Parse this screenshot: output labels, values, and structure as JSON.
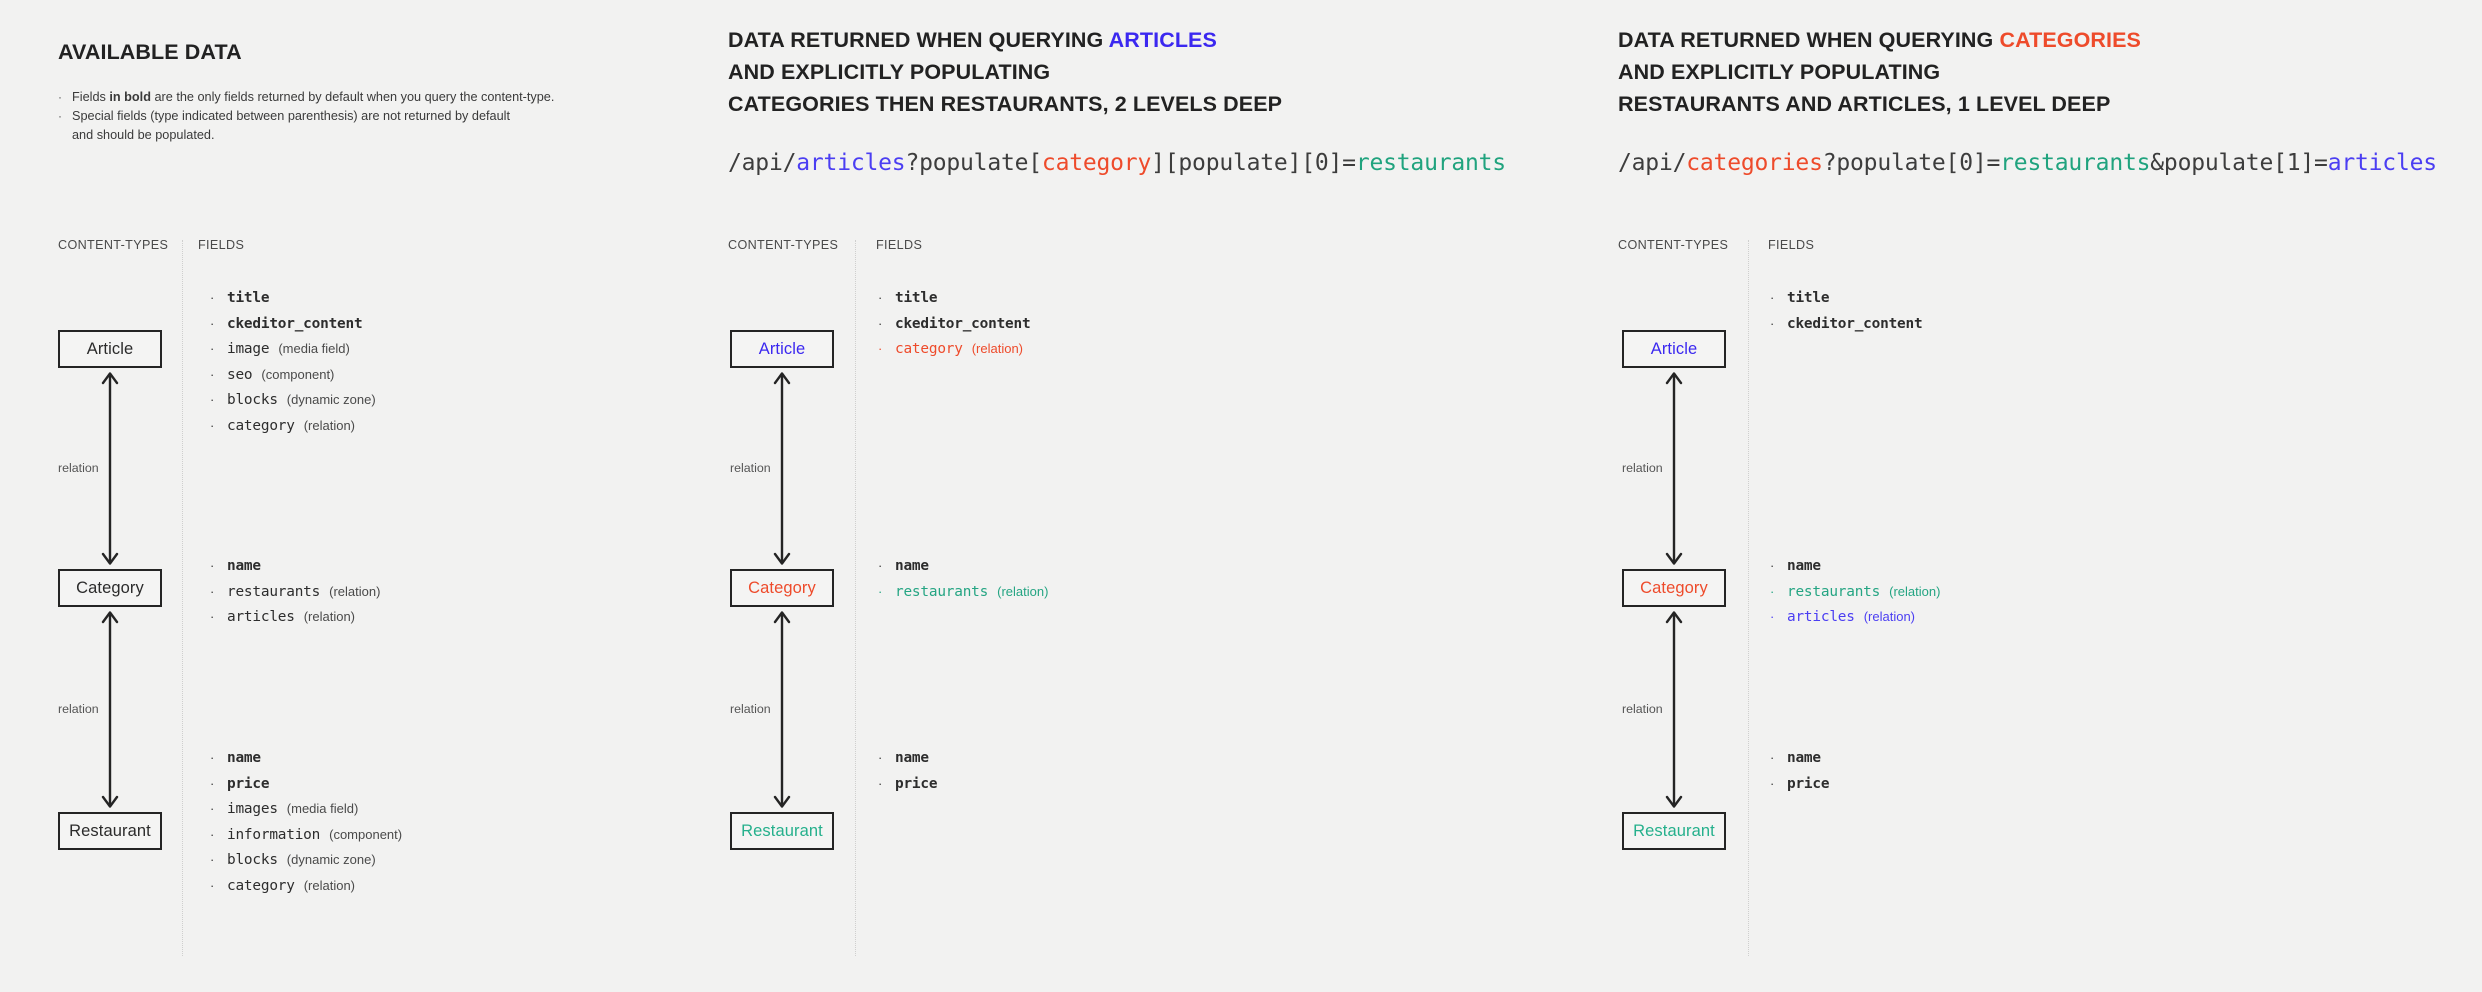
{
  "colors": {
    "background": "#f2f2f1",
    "ink": "#2b2b2b",
    "articles_blue": "#3b28f0",
    "categories_red": "#ee4b2b",
    "restaurants_green": "#25a583"
  },
  "panels": [
    {
      "id": "available-data",
      "heading_lines": [
        [
          {
            "t": "AVAILABLE DATA",
            "c": "ink"
          }
        ]
      ],
      "notes": [
        {
          "pre": "Fields ",
          "bold": "in bold",
          "post": " are the only fields returned by default when you query the content-type."
        },
        {
          "pre": "Special fields (type indicated between parenthesis) are not returned by default",
          "bold": "",
          "post": ""
        },
        {
          "pre": "and should be populated.",
          "bold": "",
          "post": "",
          "continuation": true
        }
      ],
      "col_labels": {
        "content_types": "CONTENT-TYPES",
        "fields": "FIELDS"
      },
      "entities": [
        {
          "name": "Article",
          "color": "ink"
        },
        {
          "name": "Category",
          "color": "ink"
        },
        {
          "name": "Restaurant",
          "color": "ink"
        }
      ],
      "relations": [
        {
          "label": "relation"
        },
        {
          "label": "relation"
        }
      ],
      "field_groups": [
        {
          "entity": "Article",
          "fields": [
            {
              "name": "title",
              "type": "",
              "bold": true,
              "color": "ink"
            },
            {
              "name": "ckeditor_content",
              "type": "",
              "bold": true,
              "color": "ink"
            },
            {
              "name": "image",
              "type": "(media field)",
              "bold": false,
              "color": "ink"
            },
            {
              "name": "seo",
              "type": "(component)",
              "bold": false,
              "color": "ink"
            },
            {
              "name": "blocks",
              "type": "(dynamic zone)",
              "bold": false,
              "color": "ink"
            },
            {
              "name": "category",
              "type": "(relation)",
              "bold": false,
              "color": "ink"
            }
          ]
        },
        {
          "entity": "Category",
          "fields": [
            {
              "name": "name",
              "type": "",
              "bold": true,
              "color": "ink"
            },
            {
              "name": "restaurants",
              "type": "(relation)",
              "bold": false,
              "color": "ink"
            },
            {
              "name": "articles",
              "type": "(relation)",
              "bold": false,
              "color": "ink"
            }
          ]
        },
        {
          "entity": "Restaurant",
          "fields": [
            {
              "name": "name",
              "type": "",
              "bold": true,
              "color": "ink"
            },
            {
              "name": "price",
              "type": "",
              "bold": true,
              "color": "ink"
            },
            {
              "name": "images",
              "type": "(media field)",
              "bold": false,
              "color": "ink"
            },
            {
              "name": "information",
              "type": "(component)",
              "bold": false,
              "color": "ink"
            },
            {
              "name": "blocks",
              "type": "(dynamic zone)",
              "bold": false,
              "color": "ink"
            },
            {
              "name": "category",
              "type": "(relation)",
              "bold": false,
              "color": "ink"
            }
          ]
        }
      ]
    },
    {
      "id": "query-articles",
      "heading_lines": [
        [
          {
            "t": "DATA RETURNED WHEN QUERYING ",
            "c": "ink"
          },
          {
            "t": "ARTICLES",
            "c": "blue"
          }
        ],
        [
          {
            "t": "AND EXPLICITLY POPULATING",
            "c": "ink"
          }
        ],
        [
          {
            "t": "CATEGORIES THEN RESTAURANTS, 2 LEVELS DEEP",
            "c": "ink"
          }
        ]
      ],
      "url_tokens": [
        {
          "t": "/api/",
          "c": "plain"
        },
        {
          "t": "articles",
          "c": "blue"
        },
        {
          "t": "?populate[",
          "c": "plain"
        },
        {
          "t": "category",
          "c": "red"
        },
        {
          "t": "][populate][0]=",
          "c": "plain"
        },
        {
          "t": "restaurants",
          "c": "green"
        }
      ],
      "col_labels": {
        "content_types": "CONTENT-TYPES",
        "fields": "FIELDS"
      },
      "entities": [
        {
          "name": "Article",
          "color": "blue"
        },
        {
          "name": "Category",
          "color": "red"
        },
        {
          "name": "Restaurant",
          "color": "green"
        }
      ],
      "relations": [
        {
          "label": "relation"
        },
        {
          "label": "relation"
        }
      ],
      "field_groups": [
        {
          "entity": "Article",
          "fields": [
            {
              "name": "title",
              "type": "",
              "bold": true,
              "color": "ink"
            },
            {
              "name": "ckeditor_content",
              "type": "",
              "bold": true,
              "color": "ink"
            },
            {
              "name": "category",
              "type": "(relation)",
              "bold": false,
              "color": "red"
            }
          ]
        },
        {
          "entity": "Category",
          "fields": [
            {
              "name": "name",
              "type": "",
              "bold": true,
              "color": "ink"
            },
            {
              "name": "restaurants",
              "type": "(relation)",
              "bold": false,
              "color": "green"
            }
          ]
        },
        {
          "entity": "Restaurant",
          "fields": [
            {
              "name": "name",
              "type": "",
              "bold": true,
              "color": "ink"
            },
            {
              "name": "price",
              "type": "",
              "bold": true,
              "color": "ink"
            }
          ]
        }
      ]
    },
    {
      "id": "query-categories",
      "heading_lines": [
        [
          {
            "t": "DATA RETURNED WHEN QUERYING ",
            "c": "ink"
          },
          {
            "t": "CATEGORIES",
            "c": "red"
          }
        ],
        [
          {
            "t": "AND EXPLICITLY POPULATING",
            "c": "ink"
          }
        ],
        [
          {
            "t": "RESTAURANTS AND ARTICLES, 1 LEVEL DEEP",
            "c": "ink"
          }
        ]
      ],
      "url_tokens": [
        {
          "t": "/api/",
          "c": "plain"
        },
        {
          "t": "categories",
          "c": "red"
        },
        {
          "t": "?populate[0]=",
          "c": "plain"
        },
        {
          "t": "restaurants",
          "c": "green"
        },
        {
          "t": "&populate[1]=",
          "c": "plain"
        },
        {
          "t": "articles",
          "c": "blue"
        }
      ],
      "col_labels": {
        "content_types": "CONTENT-TYPES",
        "fields": "FIELDS"
      },
      "entities": [
        {
          "name": "Article",
          "color": "blue"
        },
        {
          "name": "Category",
          "color": "red"
        },
        {
          "name": "Restaurant",
          "color": "green"
        }
      ],
      "relations": [
        {
          "label": "relation"
        },
        {
          "label": "relation"
        }
      ],
      "field_groups": [
        {
          "entity": "Article",
          "fields": [
            {
              "name": "title",
              "type": "",
              "bold": true,
              "color": "ink"
            },
            {
              "name": "ckeditor_content",
              "type": "",
              "bold": true,
              "color": "ink"
            }
          ]
        },
        {
          "entity": "Category",
          "fields": [
            {
              "name": "name",
              "type": "",
              "bold": true,
              "color": "ink"
            },
            {
              "name": "restaurants",
              "type": "(relation)",
              "bold": false,
              "color": "green"
            },
            {
              "name": "articles",
              "type": "(relation)",
              "bold": false,
              "color": "blue"
            }
          ]
        },
        {
          "entity": "Restaurant",
          "fields": [
            {
              "name": "name",
              "type": "",
              "bold": true,
              "color": "ink"
            },
            {
              "name": "price",
              "type": "",
              "bold": true,
              "color": "ink"
            }
          ]
        }
      ]
    }
  ]
}
